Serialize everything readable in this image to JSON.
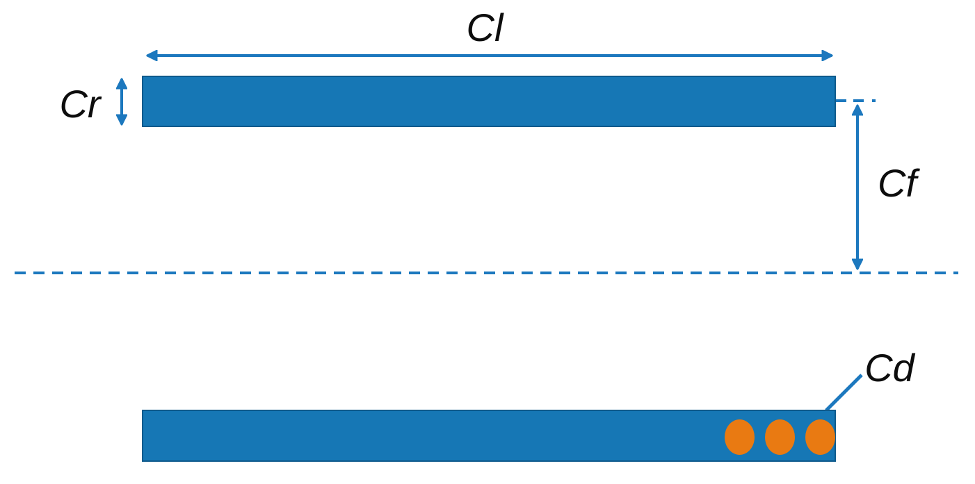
{
  "diagram": {
    "title": "panel dimension diagram",
    "labels": {
      "length": "Cl",
      "thickness": "Cr",
      "floor_clearance": "Cf",
      "dots": "Cd"
    },
    "colors": {
      "shape_fill": "#1677B5",
      "shape_border": "#0E5A8C",
      "line_blue": "#1C78BE",
      "dot_orange": "#E97A12",
      "text_color": "#0D0D0D",
      "bg": "#FFFFFF"
    },
    "dot_count": 3
  }
}
